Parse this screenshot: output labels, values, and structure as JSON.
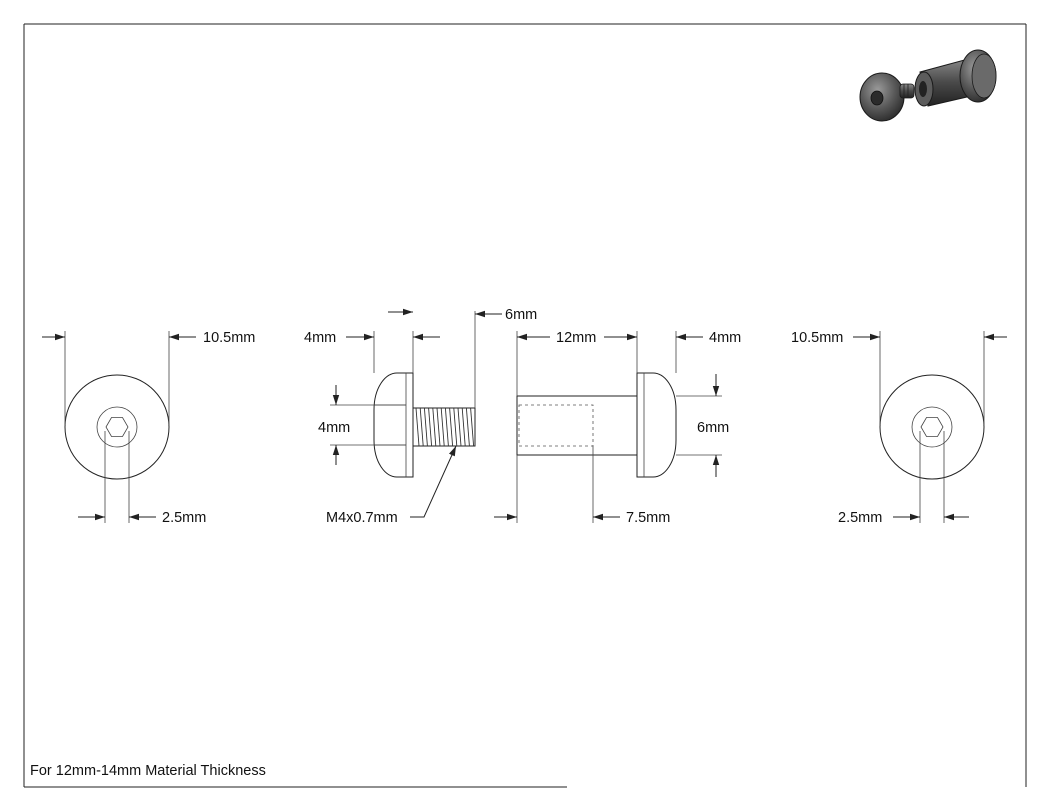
{
  "caption": "For 12mm-14mm Material Thickness",
  "dimensions": {
    "left_diameter": "10.5mm",
    "left_hex": "2.5mm",
    "screw_head_len": "4mm",
    "screw_head_height": "4mm",
    "screw_thread_len": "6mm",
    "screw_thread": "M4x0.7mm",
    "barrel_len": "12mm",
    "barrel_head_len": "4mm",
    "barrel_dia": "6mm",
    "barrel_bore_depth": "7.5mm",
    "right_diameter": "10.5mm",
    "right_hex": "2.5mm"
  },
  "iso_view": {
    "icon": "barrel-nut-and-screw-3d-icon"
  }
}
